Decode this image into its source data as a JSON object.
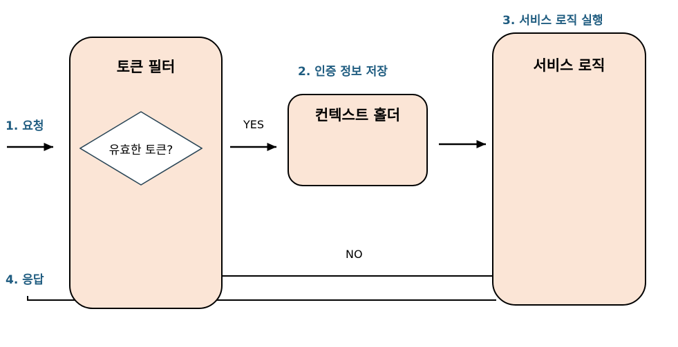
{
  "steps": {
    "request": "1. 요청",
    "store_auth": "2. 인증 정보 저장",
    "run_service": "3. 서비스 로직 실행",
    "response": "4. 응답"
  },
  "nodes": {
    "token_filter": "토큰 필터",
    "valid_token": "유효한 토큰?",
    "context_holder": "컨텍스트 홀더",
    "service_logic": "서비스 로직"
  },
  "edges": {
    "yes": "YES",
    "no": "NO"
  },
  "colors": {
    "box_fill": "#fbe5d6",
    "step_text": "#1f5c80"
  }
}
